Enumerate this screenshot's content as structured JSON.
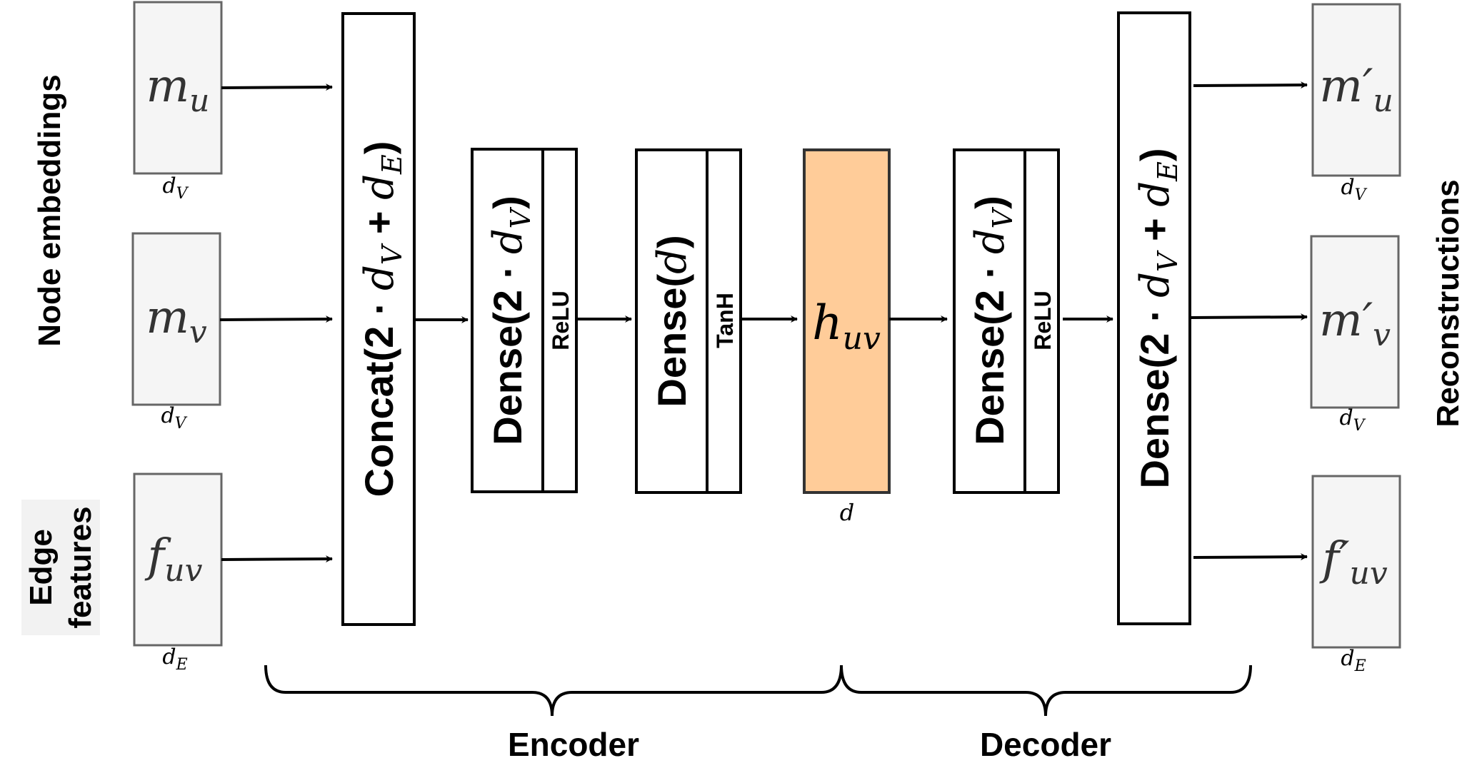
{
  "side_labels": {
    "node_embeddings": "Node embeddings",
    "edge_features_line1": "Edge",
    "edge_features_line2": "features",
    "reconstructions": "Reconstructions"
  },
  "inputs": [
    {
      "sym": "m",
      "sub": "u",
      "dim_base": "d",
      "dim_sub": "V"
    },
    {
      "sym": "m",
      "sub": "v",
      "dim_base": "d",
      "dim_sub": "V"
    },
    {
      "sym": "f",
      "sub": "uv",
      "dim_base": "d",
      "dim_sub": "E"
    }
  ],
  "outputs": [
    {
      "sym": "m′",
      "sub": "u",
      "dim_base": "d",
      "dim_sub": "V"
    },
    {
      "sym": "m′",
      "sub": "v",
      "dim_base": "d",
      "dim_sub": "V"
    },
    {
      "sym": "f′",
      "sub": "uv",
      "dim_base": "d",
      "dim_sub": "E"
    }
  ],
  "layers": {
    "concat": {
      "prefix": "Concat(2 · ",
      "d1": "d",
      "s1": "V",
      "mid": " + ",
      "d2": "d",
      "s2": "E",
      "suffix": ")"
    },
    "dense1": {
      "prefix": "Dense(2 · ",
      "d1": "d",
      "s1": "V",
      "suffix": ")",
      "activation": "ReLU"
    },
    "dense2": {
      "prefix": "Dense(",
      "d1": "d",
      "suffix": ")",
      "activation": "TanH"
    },
    "latent": {
      "sym": "h",
      "sub": "uv",
      "dim": "d",
      "fill": "#FFCC99"
    },
    "dense3": {
      "prefix": "Dense(2 · ",
      "d1": "d",
      "s1": "V",
      "suffix": ")",
      "activation": "ReLU"
    },
    "dense4": {
      "prefix": "Dense(2 · ",
      "d1": "d",
      "s1": "V",
      "mid": " + ",
      "d2": "d",
      "s2": "E",
      "suffix": ")"
    }
  },
  "groups": {
    "encoder": "Encoder",
    "decoder": "Decoder"
  },
  "colors": {
    "input_fill": "#F5F5F5",
    "input_stroke": "#666666",
    "latent_fill": "#FFCC99",
    "stroke": "#000000"
  }
}
